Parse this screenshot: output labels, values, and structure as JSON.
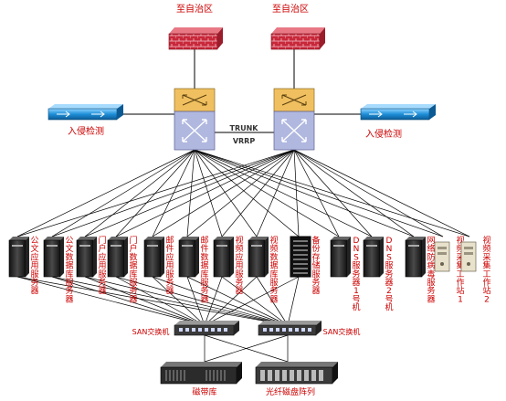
{
  "labels": {
    "region_left": "至自治区",
    "region_right": "至自治区",
    "ids_left": "入侵检测",
    "ids_right": "入侵检测",
    "trunk": "TRUNK",
    "vrrp": "VRRP",
    "san_left": "SAN交换机",
    "san_right": "SAN交换机",
    "tape_library": "磁带库",
    "disk_array": "光纤磁盘阵列"
  },
  "servers": [
    "公文应用服务器",
    "公文数据库服务器",
    "门户应用服务器",
    "门户数据库服务器",
    "邮件应用服务器",
    "邮件数据库服务器",
    "视频应用服务器",
    "视频数据库服务器",
    "备份存储服务器",
    "DNS服务器1号机",
    "DNS服务器2号机",
    "网络防病毒服务器",
    "视频采集工作站1",
    "视频采集工作站2"
  ],
  "colors": {
    "firewall": "#c8283a",
    "ids": "#1e8fd8",
    "switch_top": "#f0c060",
    "switch_body": "#b0b8e0",
    "label_red": "#cc0000",
    "line": "#000000"
  }
}
